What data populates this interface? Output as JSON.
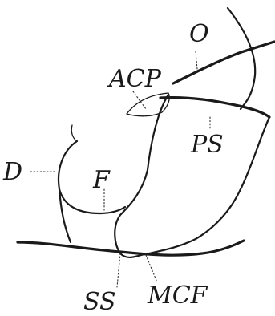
{
  "labels": {
    "o": "O",
    "acp": "ACP",
    "ps": "PS",
    "d": "D",
    "f": "F",
    "ss": "SS",
    "mcf": "MCF"
  },
  "colors": {
    "ink": "#1a1a1a",
    "paper": "#ffffff"
  }
}
